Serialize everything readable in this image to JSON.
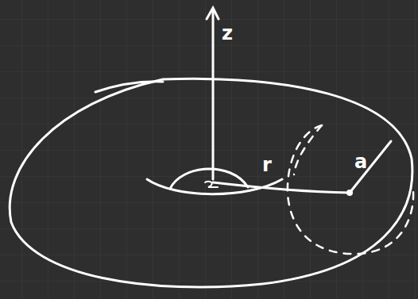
{
  "diagram": {
    "labels": [
      "z",
      "r",
      "a"
    ]
  }
}
